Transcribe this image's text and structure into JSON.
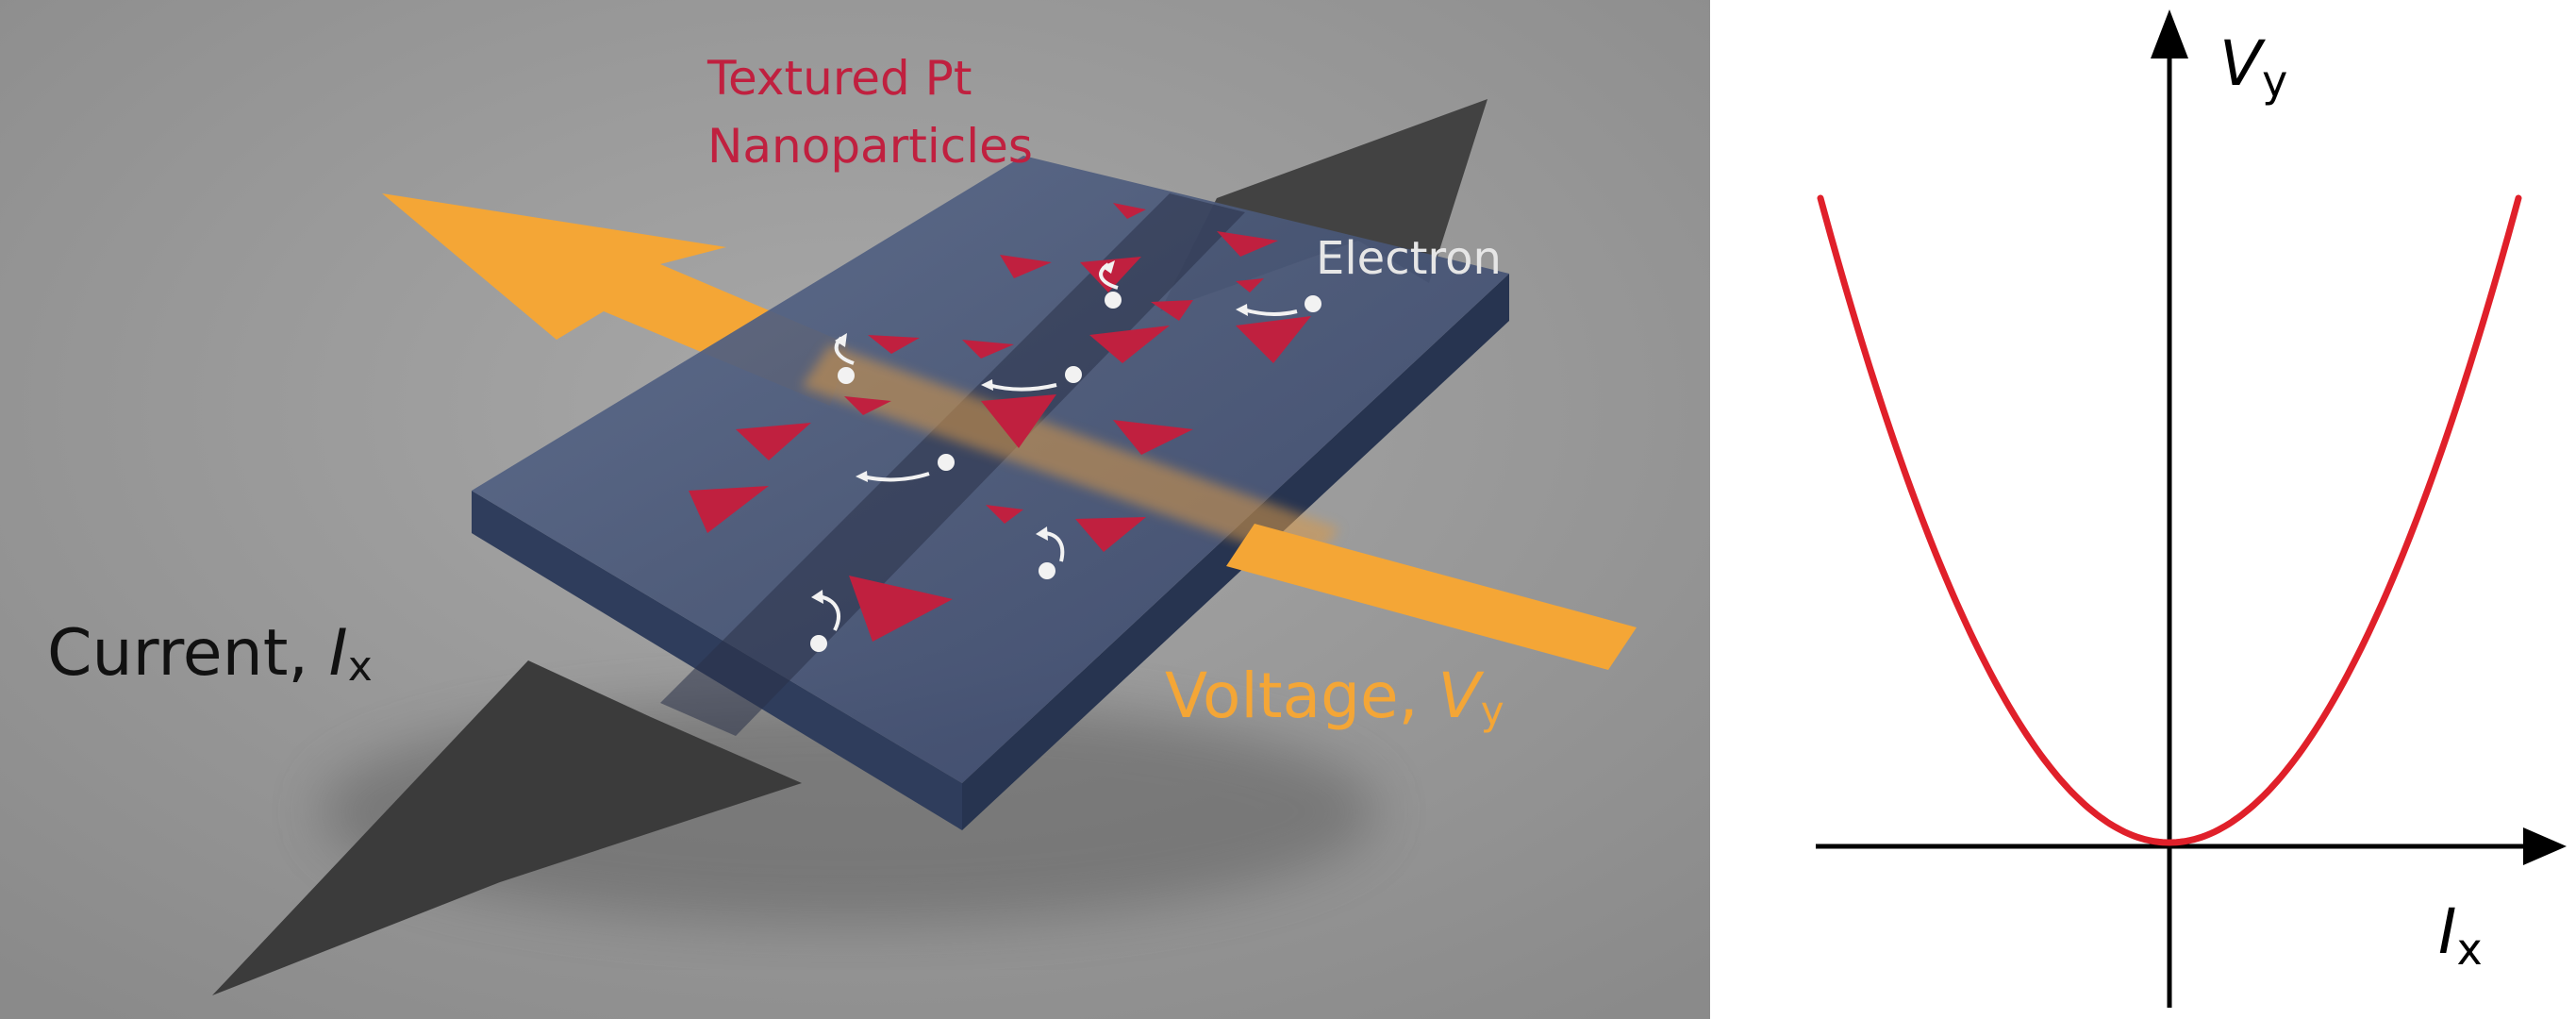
{
  "scene": {
    "nanoparticles_label_line1": "Textured Pt",
    "nanoparticles_label_line2": "Nanoparticles",
    "electron_label": "Electron",
    "current_label": "Current, ",
    "current_symbol": "I",
    "current_subscript": "x",
    "voltage_label": "Voltage, ",
    "voltage_symbol": "V",
    "voltage_subscript": "y",
    "colors": {
      "background": "#9a9a9a",
      "slab": "#3d4c6b",
      "nanoparticle": "#c0203f",
      "voltage_arrow": "#f4a636",
      "current_arrow": "#3b3b3b",
      "electron": "#f2f2f2",
      "nanoparticle_text": "#c0203f",
      "voltage_text": "#f4a636",
      "electron_text": "#e6e6e6"
    }
  },
  "graph": {
    "y_axis_symbol": "V",
    "y_axis_subscript": "y",
    "x_axis_symbol": "I",
    "x_axis_subscript": "x",
    "curve_shape": "parabola",
    "colors": {
      "curve": "#e0202a",
      "axes": "#000000"
    }
  }
}
